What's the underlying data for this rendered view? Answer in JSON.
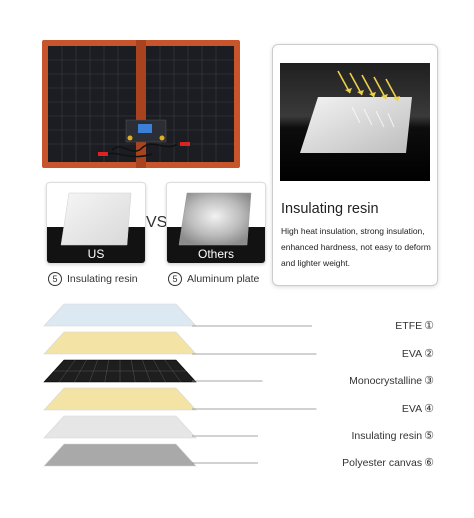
{
  "comparison": {
    "vs_text": "VS",
    "left_card_label": "US",
    "right_card_label": "Others",
    "left_caption": {
      "num": "5",
      "text": "Insulating resin"
    },
    "right_caption": {
      "num": "5",
      "text": "Aluminum plate"
    }
  },
  "info": {
    "title": "Insulating resin",
    "description": "High heat insulation, strong insulation, enhanced hardness, not easy to deform and lighter weight."
  },
  "layers": [
    {
      "name": "ETFE",
      "num": "①",
      "color": "#dde9f2"
    },
    {
      "name": "EVA",
      "num": "②",
      "color": "#f3e4a6"
    },
    {
      "name": "Monocrystalline",
      "num": "③",
      "color": "#1e1e1e"
    },
    {
      "name": "EVA",
      "num": "④",
      "color": "#f3e4a6"
    },
    {
      "name": "Insulating resin",
      "num": "⑤",
      "color": "#e6e6e6"
    },
    {
      "name": "Polyester canvas",
      "num": "⑥",
      "color": "#a9a9a9"
    }
  ]
}
